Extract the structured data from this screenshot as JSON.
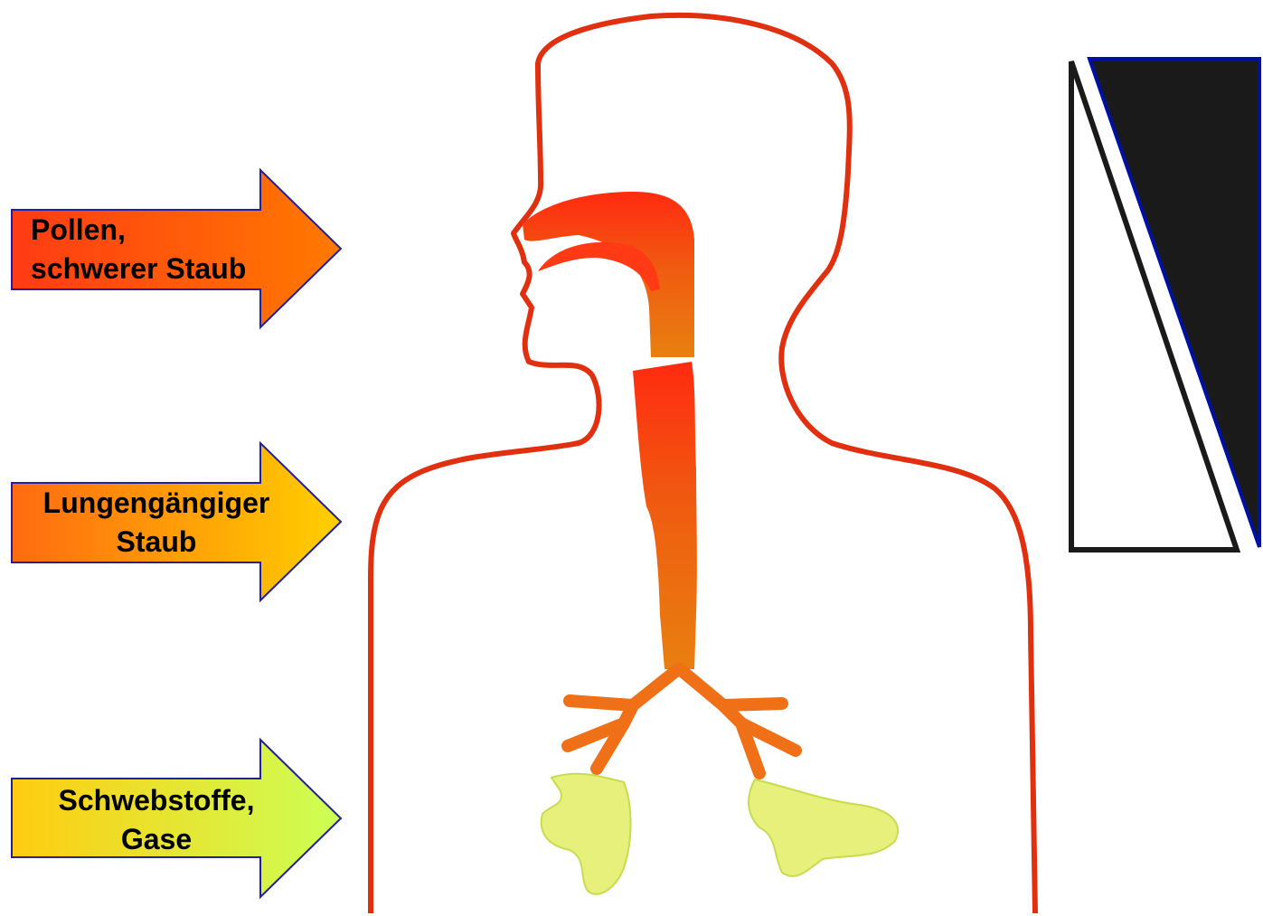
{
  "arrows": [
    {
      "line1": "Pollen,",
      "line2": "schwerer Staub",
      "color_start": "#ff3b14",
      "color_end": "#ff7a00"
    },
    {
      "line1": "Lungengängiger",
      "line2": "Staub",
      "color_start": "#ff6a10",
      "color_end": "#ffd000"
    },
    {
      "line1": "Schwebstoffe,",
      "line2": "Gase",
      "color_start": "#ffcc10",
      "color_end": "#ccff55"
    }
  ],
  "colors": {
    "outline": "#e03010",
    "airway_top": "#ff2a10",
    "airway_mid": "#f05a10",
    "airway_bottom": "#e88010",
    "lungs": "#e6f07a",
    "wedge_dark": "#1a1a1a",
    "wedge_border": "#0010a0",
    "arrow_border": "#2020a0"
  },
  "icons": [
    "human-body-outline",
    "respiratory-tract",
    "bronchial-tree",
    "lung-alveoli",
    "deposition-wedge"
  ]
}
